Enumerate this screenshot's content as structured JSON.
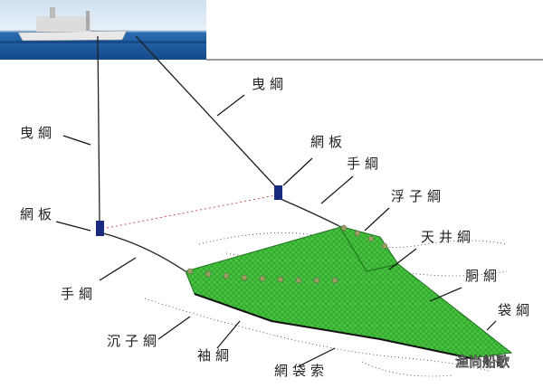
{
  "labels": {
    "warp_top": "曳綱",
    "warp_left": "曳綱",
    "otter_board_right": "網板",
    "otter_board_left": "網板",
    "hand_rope_right": "手綱",
    "hand_rope_left": "手綱",
    "float_line": "浮子綱",
    "square": "天井綱",
    "belly": "胴綱",
    "cod_end": "袋綱",
    "ground_rope": "沉子綱",
    "wing": "袖綱",
    "cod_line": "網袋索"
  },
  "watermark": "渔尚船歌",
  "colors": {
    "net": "#3fbf3a",
    "net_dark": "#2a8f2a",
    "board": "#1a2a80",
    "sea": "#1f5fa8",
    "float": "#8a9a50"
  }
}
